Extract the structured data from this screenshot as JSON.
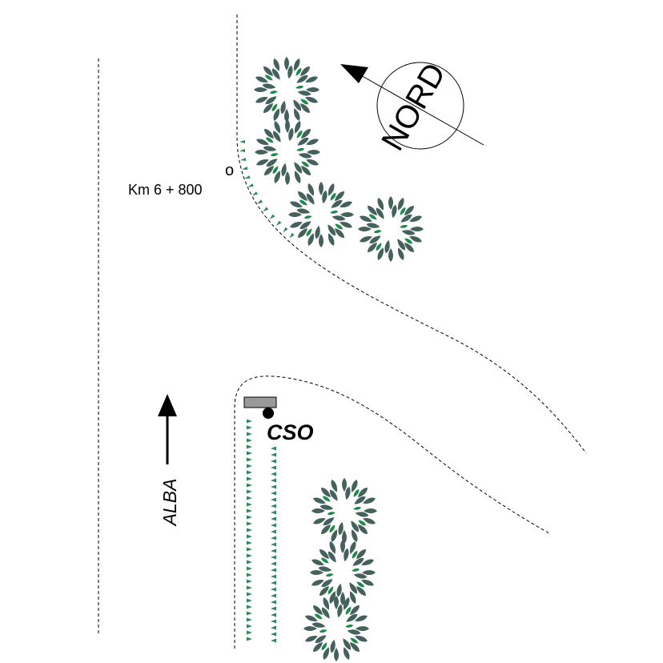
{
  "labels": {
    "km_marker": "Km 6 + 800",
    "km_marker_symbol": "o",
    "north": "NORD",
    "direction": "ALBA",
    "station": "CSO"
  },
  "colors": {
    "foliage_dark": "#45615C",
    "foliage_accent": "#1E8A4A",
    "hedge": "#2E8B57",
    "line": "#000000",
    "station_box": "#999999"
  },
  "icons": {
    "north_arrow": "arrow-up-left-icon",
    "direction_arrow": "arrow-up-icon",
    "sensor": "filled-circle-icon",
    "tree": "tree-crown-icon"
  }
}
